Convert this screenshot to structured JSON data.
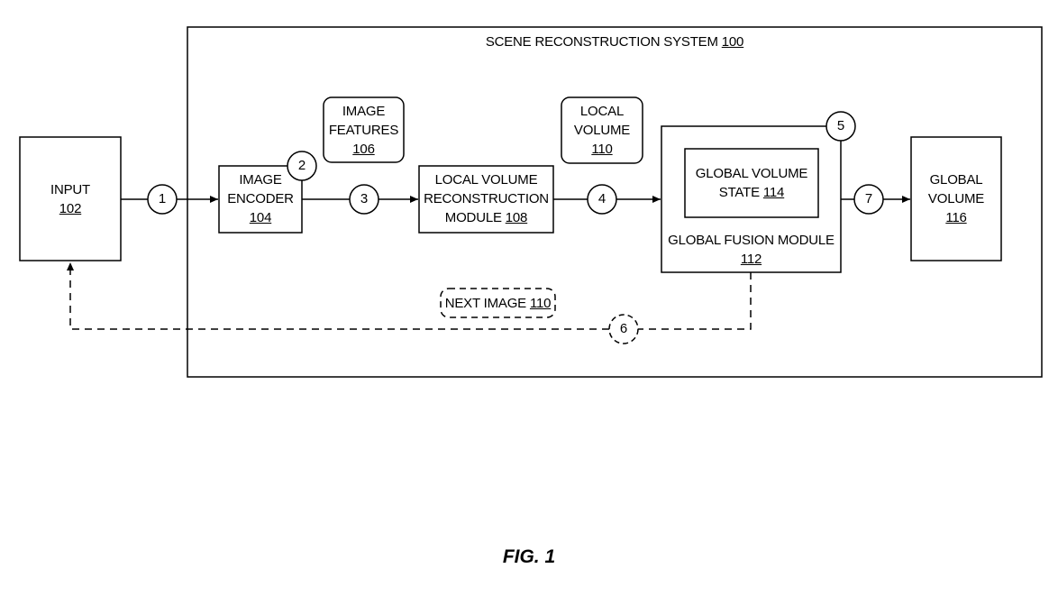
{
  "system": {
    "name": "SCENE RECONSTRUCTION SYSTEM",
    "ref": "100"
  },
  "input": {
    "label": "INPUT",
    "ref": "102"
  },
  "image_encoder": {
    "line1": "IMAGE",
    "line2": "ENCODER",
    "ref": "104"
  },
  "image_features": {
    "line1": "IMAGE",
    "line2": "FEATURES",
    "ref": "106"
  },
  "local_volume_recon": {
    "line1": "LOCAL VOLUME",
    "line2": "RECONSTRUCTION",
    "line3": "MODULE",
    "ref": "108"
  },
  "local_volume": {
    "line1": "LOCAL",
    "line2": "VOLUME",
    "ref": "110"
  },
  "global_volume_state": {
    "line1": "GLOBAL VOLUME",
    "line2": "STATE",
    "ref": "114"
  },
  "global_fusion": {
    "label": "GLOBAL FUSION MODULE",
    "ref": "112"
  },
  "global_volume": {
    "line1": "GLOBAL",
    "line2": "VOLUME",
    "ref": "116"
  },
  "next_image": {
    "label": "NEXT IMAGE",
    "ref": "110"
  },
  "steps": [
    "1",
    "2",
    "3",
    "4",
    "5",
    "6",
    "7"
  ],
  "figure_caption": "FIG. 1"
}
